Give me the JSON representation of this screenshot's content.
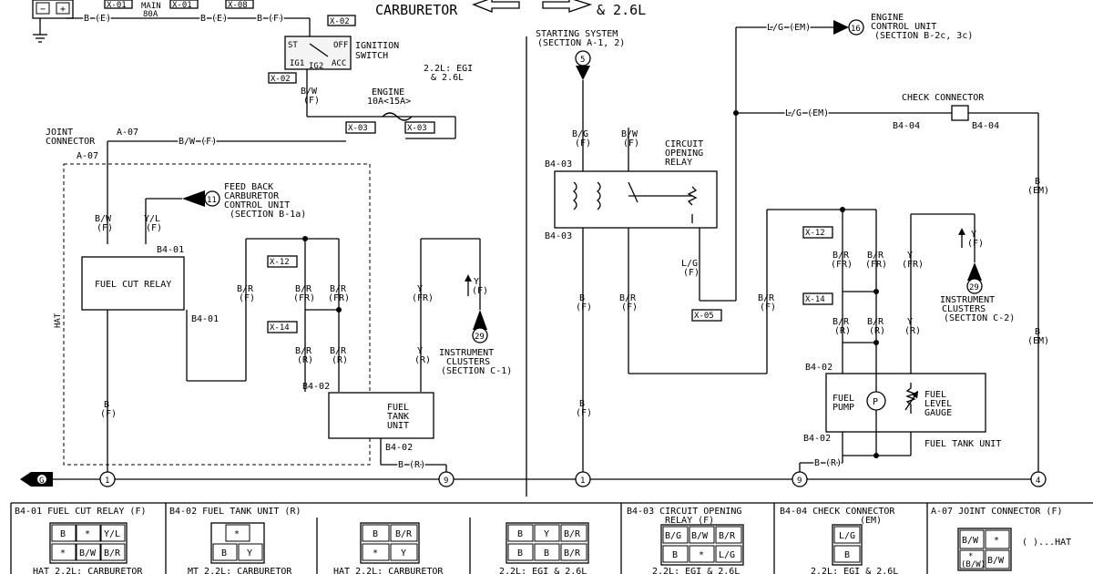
{
  "header": {
    "carb_title": "CARBURETOR",
    "egi_title": "& 2.6L",
    "main_fuse": "MAIN",
    "main_fuse_rating": "80A",
    "ignition_switch": "IGNITION\nSWITCH",
    "switch_positions": [
      "ST",
      "OFF",
      "IG1",
      "IG2",
      "ACC"
    ],
    "engine_fuse": "ENGINE\n10A<15A>",
    "engine_fuse_note": "2.2L: EGI\n& 2.6L"
  },
  "connectors": {
    "x01": "X-01",
    "x02": "X-02",
    "x03": "X-03",
    "x05": "X-05",
    "x08": "X-08",
    "x12": "X-12",
    "x14": "X-14",
    "a07": "A-07",
    "b401": "B4-01",
    "b402": "B4-02",
    "b403": "B4-03",
    "b404": "B4-04"
  },
  "wires": {
    "be": "B (E)",
    "bf": "B (F)",
    "bw": "B/W\n(F)",
    "bwf": "B/W (F)",
    "yl": "Y/L\n(F)",
    "br_f": "B/R\n(F)",
    "br_fr": "B/R\n(FR)",
    "br_r": "B/R\n(R)",
    "y_fr": "Y\n(FR)",
    "y_r": "Y\n(R)",
    "y_f": "Y\n(F)",
    "b_f": "B\n(F)",
    "b_r": "B (R)",
    "bg": "B/G\n(F)",
    "lg_f": "L/G\n(F)",
    "lg_em": "L/G (EM)",
    "b_em": "B\n(EM)"
  },
  "components": {
    "fuel_cut_relay": "FUEL CUT RELAY",
    "fuel_tank_unit": "FUEL\nTANK\nUNIT",
    "fuel_tank_unit_right": "FUEL TANK UNIT",
    "circuit_opening_relay": "CIRCUIT\nOPENING\nRELAY",
    "fuel_pump": "FUEL\nPUMP",
    "fuel_pump_symbol": "P",
    "fuel_level_gauge": "FUEL\nLEVEL\nGAUGE",
    "check_connector": "CHECK CONNECTOR",
    "joint_connector": "JOINT\nCONNECTOR",
    "hat": "HAT"
  },
  "references": {
    "fbc": {
      "num": "11",
      "label": "FEED BACK\nCARBURETOR\nCONTROL UNIT\n(SECTION B-1a)"
    },
    "inst_left": {
      "num": "29",
      "label": "INSTRUMENT\nCLUSTERS\n(SECTION C-1)"
    },
    "inst_right": {
      "num": "29",
      "label": "INSTRUMENT\nCLUSTERS\n(SECTION C-2)"
    },
    "starting": {
      "num": "5",
      "label": "STARTING SYSTEM\n(SECTION A-1, 2)"
    },
    "ecu": {
      "num": "16",
      "label": "ENGINE\nCONTROL UNIT\n(SECTION B-2c, 3c)"
    }
  },
  "grounds": {
    "g": "G",
    "n1": "1",
    "n9": "9",
    "n4": "4"
  },
  "legend": {
    "p1": {
      "title": "B4-01 FUEL CUT RELAY (F)",
      "row1": [
        "B",
        "*",
        "Y/L"
      ],
      "row2": [
        "*",
        "B/W",
        "B/R"
      ],
      "caption": "HAT 2.2L: CARBURETOR"
    },
    "p2": {
      "title": "B4-02 FUEL TANK UNIT (R)",
      "row1": [
        "*"
      ],
      "row2": [
        "B",
        "Y"
      ],
      "caption": "MT 2.2L: CARBURETOR"
    },
    "p3": {
      "row1": [
        "B",
        "B/R"
      ],
      "row2": [
        "*",
        "Y"
      ],
      "caption": "HAT 2.2L: CARBURETOR"
    },
    "p4": {
      "row1": [
        "B",
        "Y",
        "B/R"
      ],
      "row2": [
        "B",
        "B",
        "B/R"
      ],
      "caption": "2.2L: EGI & 2.6L"
    },
    "p5": {
      "title": "B4-03 CIRCUIT OPENING\nRELAY (F)",
      "row1": [
        "B/G",
        "B/W",
        "B/R"
      ],
      "row2": [
        "B",
        "*",
        "L/G"
      ],
      "caption": "2.2L: EGI & 2.6L"
    },
    "p6": {
      "title": "B4-04 CHECK CONNECTOR\n(EM)",
      "row1": [
        "L/G"
      ],
      "row2": [
        "B"
      ],
      "caption": "2.2L: EGI & 2.6L"
    },
    "p7": {
      "title": "A-07 JOINT CONNECTOR (F)",
      "row1": [
        "B/W",
        "*"
      ],
      "row2": [
        "*\n(B/W)",
        "B/W"
      ],
      "note": "( )...HAT"
    }
  }
}
